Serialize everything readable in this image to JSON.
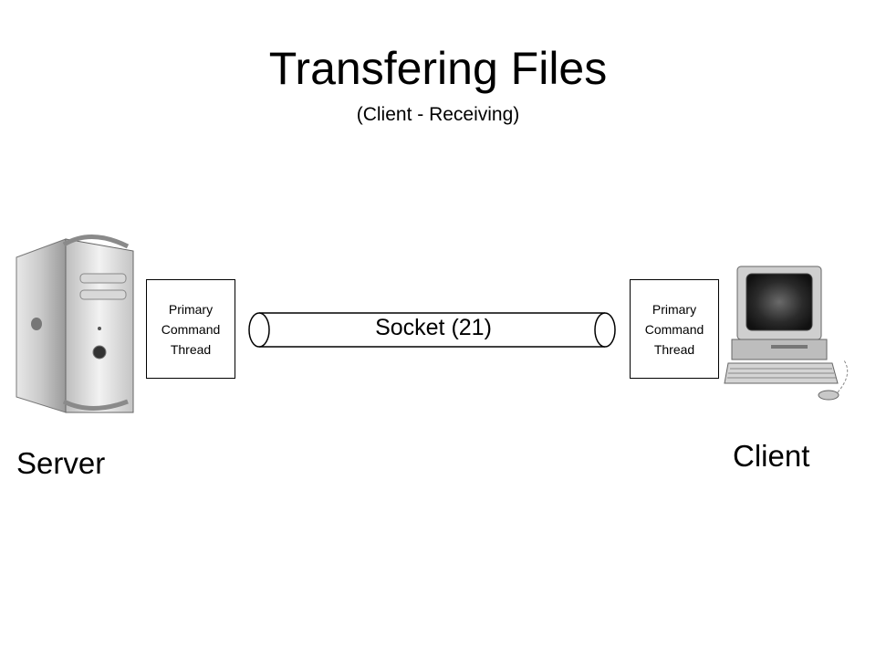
{
  "title": "Transfering Files",
  "subtitle": "(Client - Receiving)",
  "server": {
    "label": "Server",
    "icon": "server-tower-icon",
    "thread": [
      "Primary",
      "Command",
      "Thread"
    ]
  },
  "client": {
    "label": "Client",
    "icon": "desktop-computer-icon",
    "thread": [
      "Primary",
      "Command",
      "Thread"
    ]
  },
  "socket": {
    "label": "Socket (21)"
  }
}
